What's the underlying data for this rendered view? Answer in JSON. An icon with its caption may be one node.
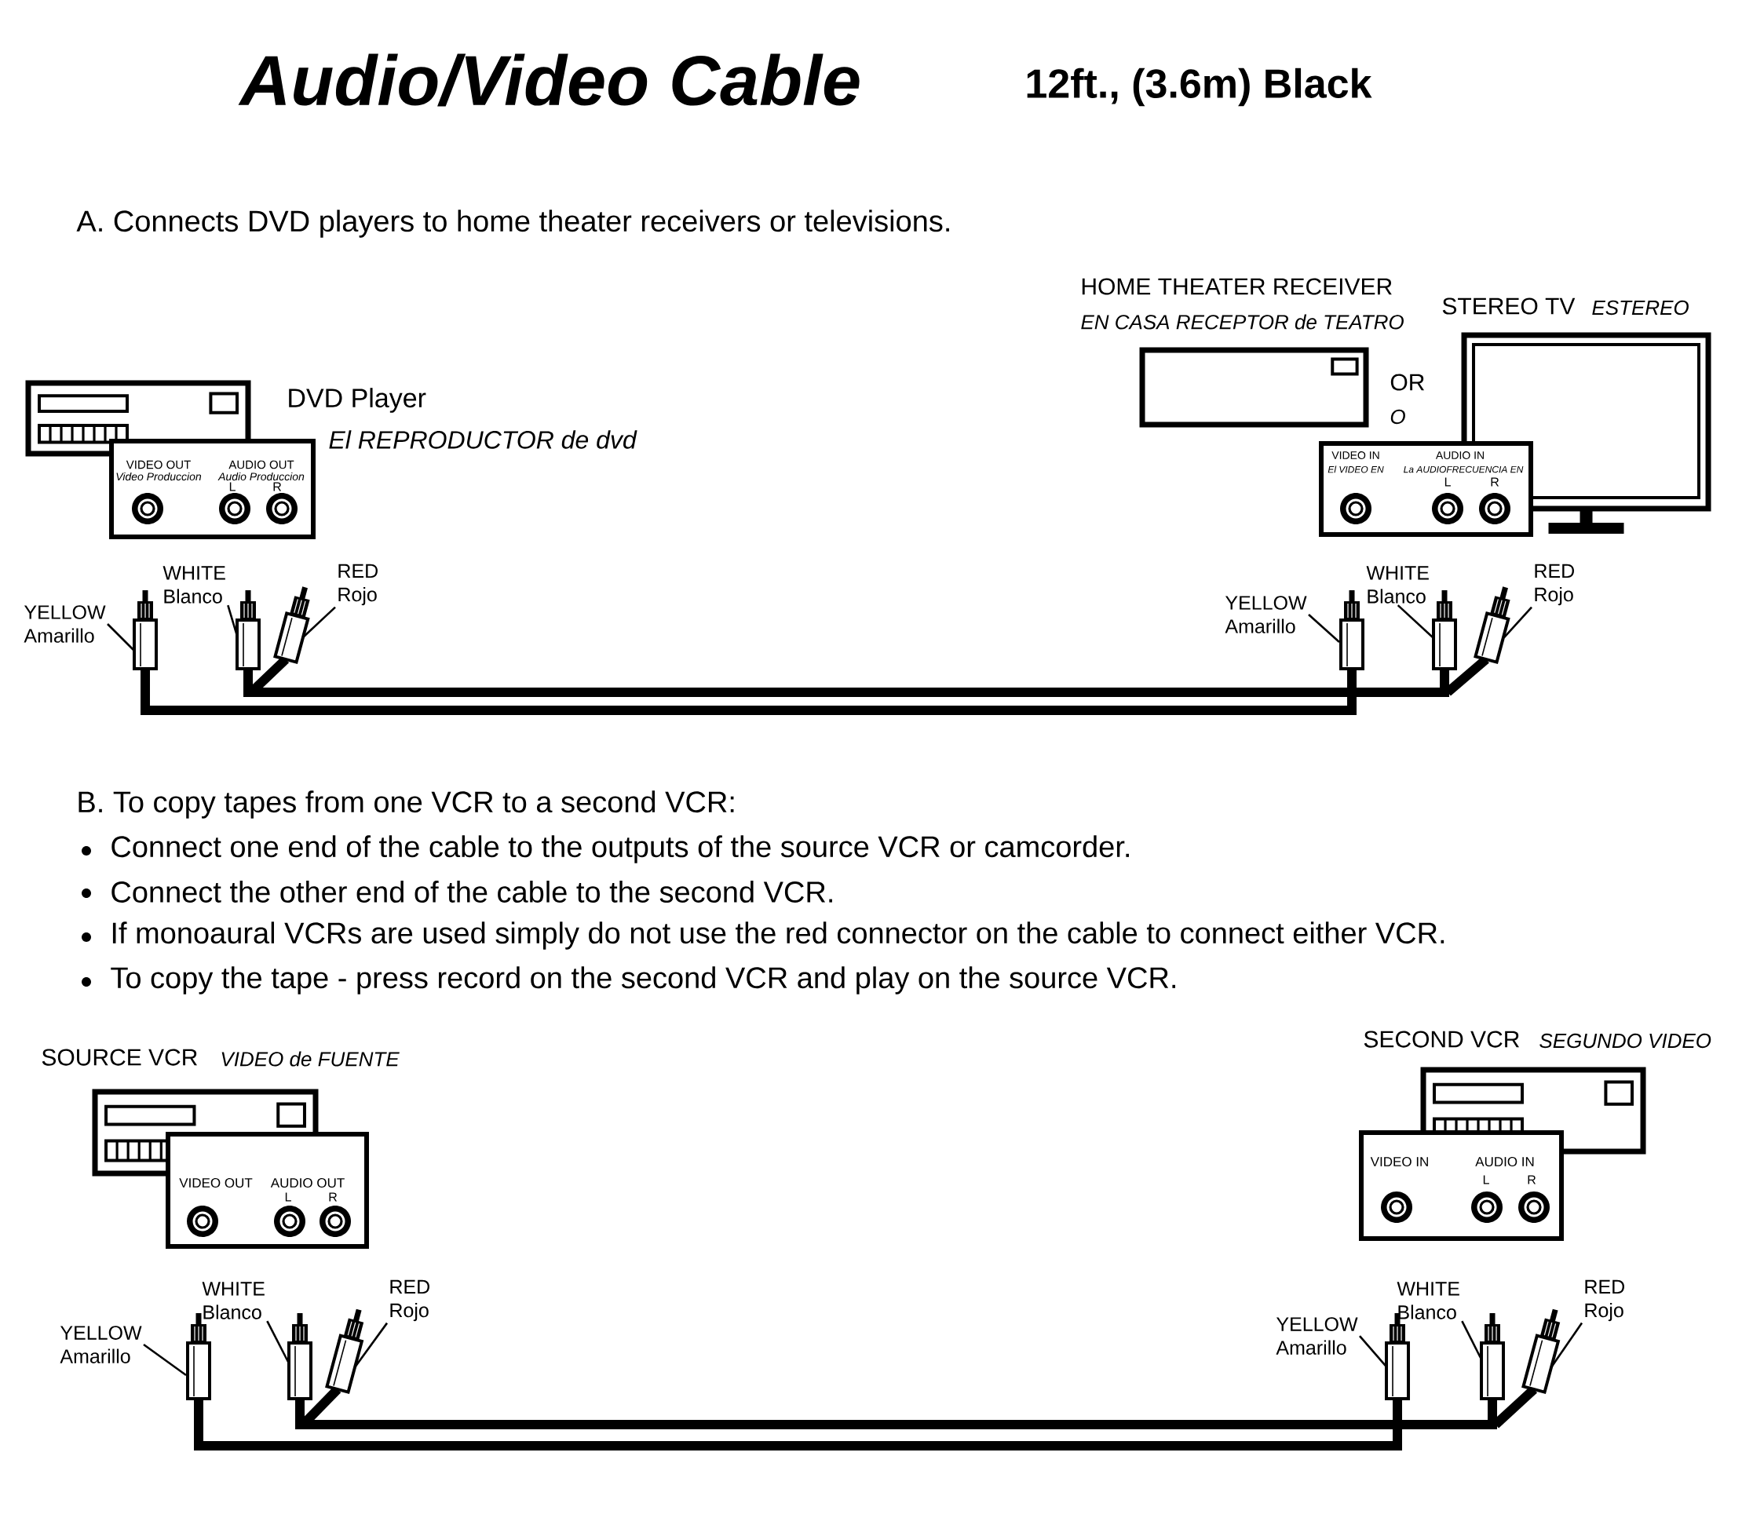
{
  "diagram": {
    "title": "Audio/Video Cable",
    "nodes": [
      {
        "text": [
          "DVD Player",
          "El REPRODUCTOR de dvd"
        ]
      },
      {
        "text": [
          "VIDEO OUT",
          "Video Produccion",
          "AUDIO OUT",
          "Audio Produccion",
          "L",
          "R"
        ]
      },
      {
        "text": [
          "HOME THEATER RECEIVER",
          "EN CASA RECEPTOR de TEATRO"
        ]
      },
      {
        "text": [
          "STEREO TV",
          "ESTEREO"
        ]
      },
      {
        "text": [
          "VIDEO IN",
          "El VIDEO EN",
          "AUDIO IN",
          "La AUDIOFRECUENCIA EN",
          "L",
          "R"
        ]
      },
      {
        "text": [
          "YELLOW",
          "Amarillo"
        ]
      },
      {
        "text": [
          "WHITE",
          "Blanco"
        ]
      },
      {
        "text": [
          "RED",
          "Rojo"
        ]
      },
      {
        "text": [
          "YELLOW",
          "Amarillo"
        ]
      },
      {
        "text": [
          "WHITE",
          "Blanco"
        ]
      },
      {
        "text": [
          "RED",
          "Rojo"
        ]
      },
      {
        "text": [
          "SOURCE VCR",
          "VIDEO de FUENTE"
        ]
      },
      {
        "text": [
          "VIDEO OUT",
          "AUDIO OUT",
          "L",
          "R"
        ]
      },
      {
        "text": [
          "SECOND VCR",
          "SEGUNDO VIDEO"
        ]
      },
      {
        "text": [
          "VIDEO IN",
          "AUDIO IN",
          "L",
          "R"
        ]
      },
      {
        "text": [
          "YELLOW",
          "Amarillo"
        ]
      },
      {
        "text": [
          "WHITE",
          "Blanco"
        ]
      },
      {
        "text": [
          "RED",
          "Rojo"
        ]
      },
      {
        "text": [
          "YELLOW",
          "Amarillo"
        ]
      },
      {
        "text": [
          "WHITE",
          "Blanco"
        ]
      },
      {
        "text": [
          "RED",
          "Rojo"
        ]
      }
    ],
    "edges": [
      {
        "from": 5,
        "to": null,
        "arrow": "none"
      },
      {
        "from": 6,
        "to": null,
        "arrow": "none"
      },
      {
        "from": 7,
        "to": null,
        "arrow": "none"
      },
      {
        "from": 8,
        "to": null,
        "arrow": "none"
      },
      {
        "from": 9,
        "to": null,
        "arrow": "none"
      },
      {
        "from": 10,
        "to": null,
        "arrow": "none"
      },
      {
        "from": 15,
        "to": null,
        "arrow": "none"
      },
      {
        "from": 16,
        "to": null,
        "arrow": "none"
      },
      {
        "from": 17,
        "to": null,
        "arrow": "none"
      },
      {
        "from": 18,
        "to": null,
        "arrow": "none"
      },
      {
        "from": 19,
        "to": null,
        "arrow": "none"
      },
      {
        "from": 20,
        "to": null,
        "arrow": "none"
      }
    ],
    "labels": [
      "12ft., (3.6m) Black",
      "A. Connects DVD players to home theater receivers or televisions.",
      "OR",
      "O",
      "B. To copy tapes from one VCR to a second VCR:",
      "Connect one end of the cable to the outputs of the source VCR or camcorder.",
      "Connect the other end of the cable to the second VCR.",
      "If monoaural VCRs are used simply do not use the red connector on the cable to connect either VCR.",
      "To copy the tape - press record on the second VCR and play on the source VCR."
    ]
  }
}
